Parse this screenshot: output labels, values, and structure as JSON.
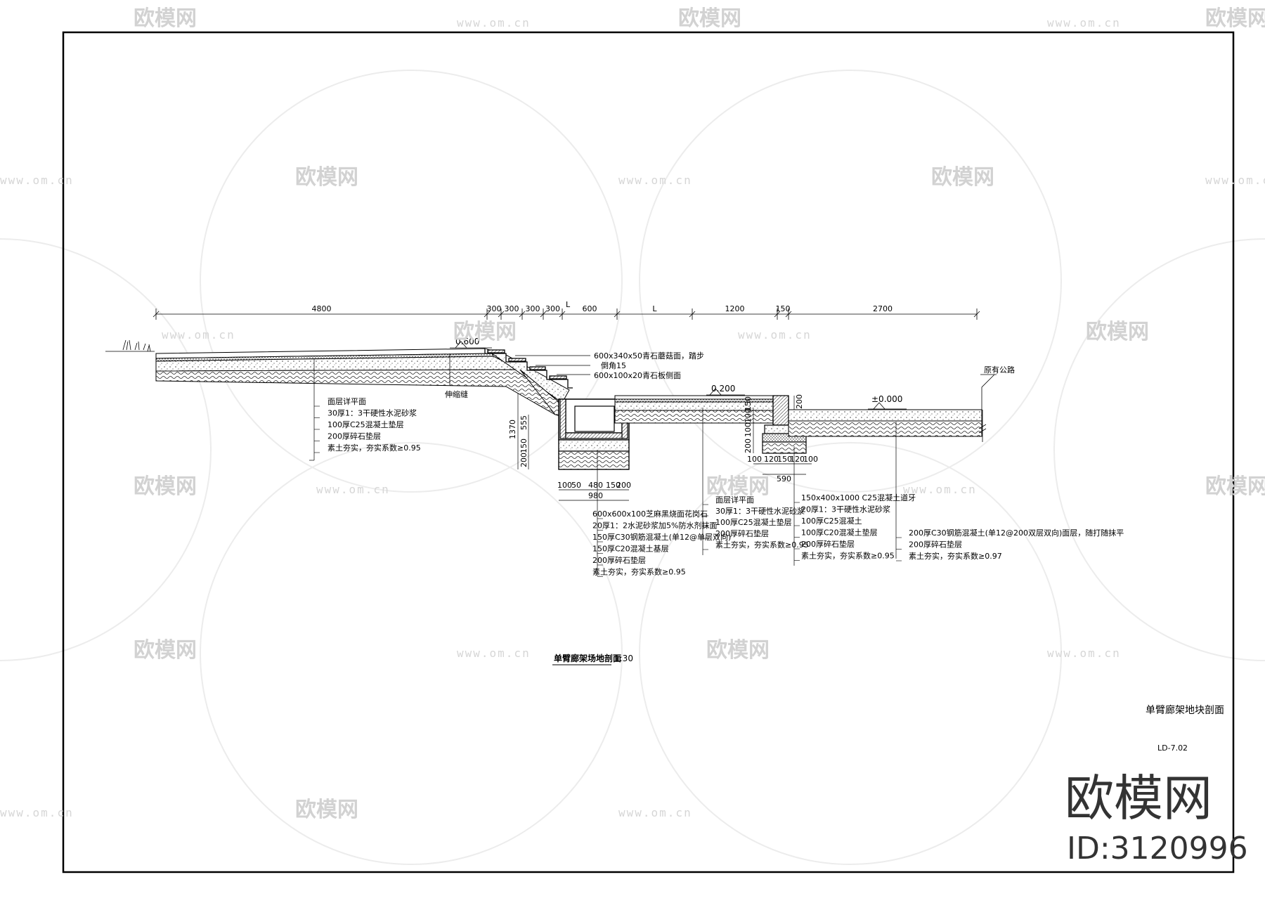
{
  "dimensions_top": [
    "4800",
    "300",
    "300",
    "300",
    "300",
    "600",
    "L",
    "1200",
    "150",
    "2700"
  ],
  "dimension_total": "L",
  "elevations": {
    "left": "0.600",
    "middle": "0.200",
    "right": "±0.000"
  },
  "left_section_notes": [
    "面层详平面",
    "30厚1：3干硬性水泥砂浆",
    "100厚C25混凝土垫层",
    "200厚碎石垫层",
    "素土夯实，夯实系数≥0.95"
  ],
  "joint_label": "伸缩缝",
  "step_notes": [
    "600x340x50青石蘑菇面，踏步",
    "倒角15",
    "600x100x20青石板侧面"
  ],
  "drain_dims_vertical": [
    "1370",
    "555",
    "200",
    "150"
  ],
  "drain_dims_bottom": [
    "100",
    "50",
    "480",
    "150",
    "200"
  ],
  "drain_total": "980",
  "drain_notes": [
    "600x600x100芝麻黑烧面花岗石",
    "20厚1：2水泥砂浆加5%防水剂抹面",
    "150厚C30钢筋混凝土(单12@单层双向)",
    "150厚C20混凝土基层",
    "200厚碎石垫层",
    "素土夯实，夯实系数≥0.95"
  ],
  "mid_section_notes": [
    "面层详平面",
    "30厚1：3干硬性水泥砂浆",
    "100厚C25混凝土垫层",
    "200厚碎石垫层",
    "素土夯实，夯实系数≥0.95"
  ],
  "curb_dims_vertical": [
    "200",
    "100",
    "100",
    "150"
  ],
  "curb_dim_right": "200",
  "curb_dims_bottom": [
    "100",
    "120",
    "150",
    "120",
    "100"
  ],
  "curb_total": "590",
  "curb_notes": [
    "150x400x1000  C25混凝土道牙",
    "20厚1：3干硬性水泥砂浆",
    "100厚C25混凝土",
    "100厚C20混凝土垫层",
    "200厚碎石垫层",
    "素土夯实，夯实系数≥0.95"
  ],
  "road_label": "原有公路",
  "road_notes": [
    "200厚C30钢筋混凝土(单12@200双层双向)面层，随打随抹平",
    "200厚碎石垫层",
    "素土夯实，夯实系数≥0.97"
  ],
  "section_title": "单臂廊架场地剖面",
  "section_scale": "1:30",
  "sheet_title": "单臂廊架地块剖面",
  "sheet_number": "LD-7.02",
  "watermark": {
    "brand": "欧模网",
    "url": "www.om.cn",
    "id": "ID:3120996"
  }
}
